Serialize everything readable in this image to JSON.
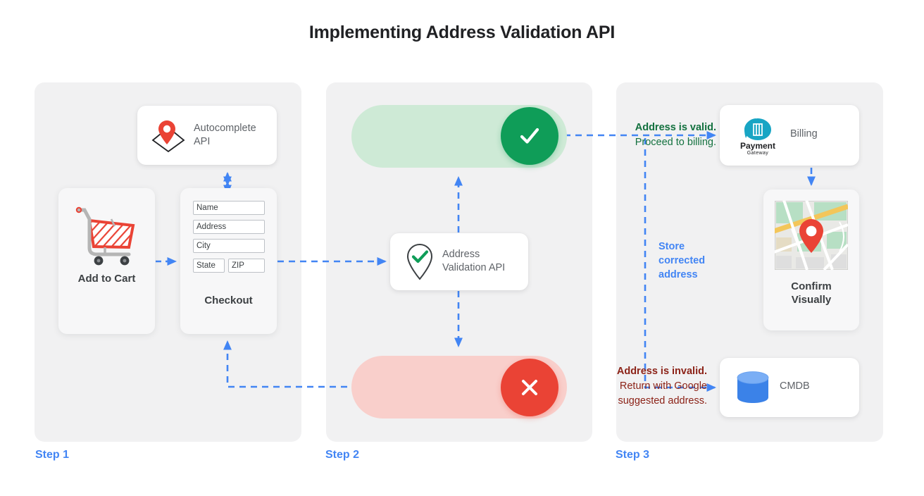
{
  "title": "Implementing Address Validation API",
  "theme": {
    "accent_blue": "#4285f4",
    "panel_bg": "#f1f1f2",
    "valid_green": "#0f9d58",
    "valid_pill_bg": "#ceead6",
    "valid_text": "#13713f",
    "invalid_red": "#ea4335",
    "invalid_pill_bg": "#f9cfcb",
    "invalid_text": "#8c2318",
    "page_bg": "#ffffff"
  },
  "steps": [
    {
      "label": "Step 1"
    },
    {
      "label": "Step 2"
    },
    {
      "label": "Step 3"
    }
  ],
  "step1": {
    "autocomplete": {
      "label_line1": "Autocomplete",
      "label_line2": "API",
      "icon": "map-pin-diamond-icon"
    },
    "add_to_cart": {
      "caption": "Add to Cart",
      "icon": "shopping-cart-icon"
    },
    "checkout": {
      "caption": "Checkout",
      "fields": [
        {
          "name": "name",
          "value": "Name"
        },
        {
          "name": "address",
          "value": "Address"
        },
        {
          "name": "city",
          "value": "City"
        },
        {
          "name": "state",
          "value": "State"
        },
        {
          "name": "zip",
          "value": "ZIP"
        }
      ]
    }
  },
  "step2": {
    "validation_api": {
      "label_line1": "Address",
      "label_line2": "Validation API",
      "icon": "pin-check-icon"
    },
    "valid": {
      "headline": "Address is valid.",
      "detail": "Proceed to billing.",
      "badge_icon": "check-icon"
    },
    "invalid": {
      "headline": "Address is invalid.",
      "detail_line1": "Return with Google",
      "detail_line2": "suggested address.",
      "badge_icon": "close-icon"
    }
  },
  "step3": {
    "billing": {
      "label": "Billing",
      "logo_primary": "Payment",
      "logo_secondary": "Gateway",
      "icon": "payment-gateway-logo"
    },
    "confirm": {
      "caption_line1": "Confirm",
      "caption_line2": "Visually",
      "icon": "map-thumbnail-icon"
    },
    "cmdb": {
      "label": "CMDB",
      "icon": "database-icon"
    },
    "annotation": {
      "line1": "Store",
      "line2": "corrected",
      "line3": "address"
    }
  }
}
